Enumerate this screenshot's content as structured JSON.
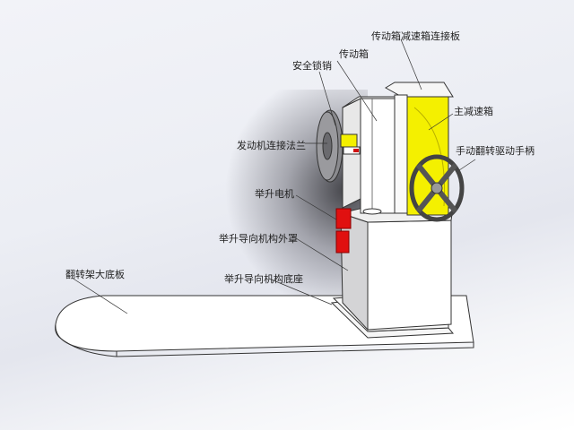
{
  "diagram": {
    "type": "CAD assembly drawing",
    "colors": {
      "background": "#eceef4",
      "housing": "#f8f8f8",
      "gearbox": "#f4f000",
      "motor": "#e01010",
      "handwheel": "#555555",
      "outline": "#333333"
    },
    "labels": [
      {
        "id": "gearbox-connecting-plate",
        "text": "传动箱减速箱连接板"
      },
      {
        "id": "transmission-box",
        "text": "传动箱"
      },
      {
        "id": "safety-lock-pin",
        "text": "安全锁销"
      },
      {
        "id": "main-reducer",
        "text": "主减速箱"
      },
      {
        "id": "engine-connecting-flange",
        "text": "发动机连接法兰"
      },
      {
        "id": "manual-flip-handwheel",
        "text": "手动翻转驱动手柄"
      },
      {
        "id": "lift-motor",
        "text": "举升电机"
      },
      {
        "id": "lift-guide-cover",
        "text": "举升导向机构外罩"
      },
      {
        "id": "lift-guide-base",
        "text": "举升导向机构底座"
      },
      {
        "id": "flip-frame-base-plate",
        "text": "翻转架大底板"
      }
    ]
  }
}
